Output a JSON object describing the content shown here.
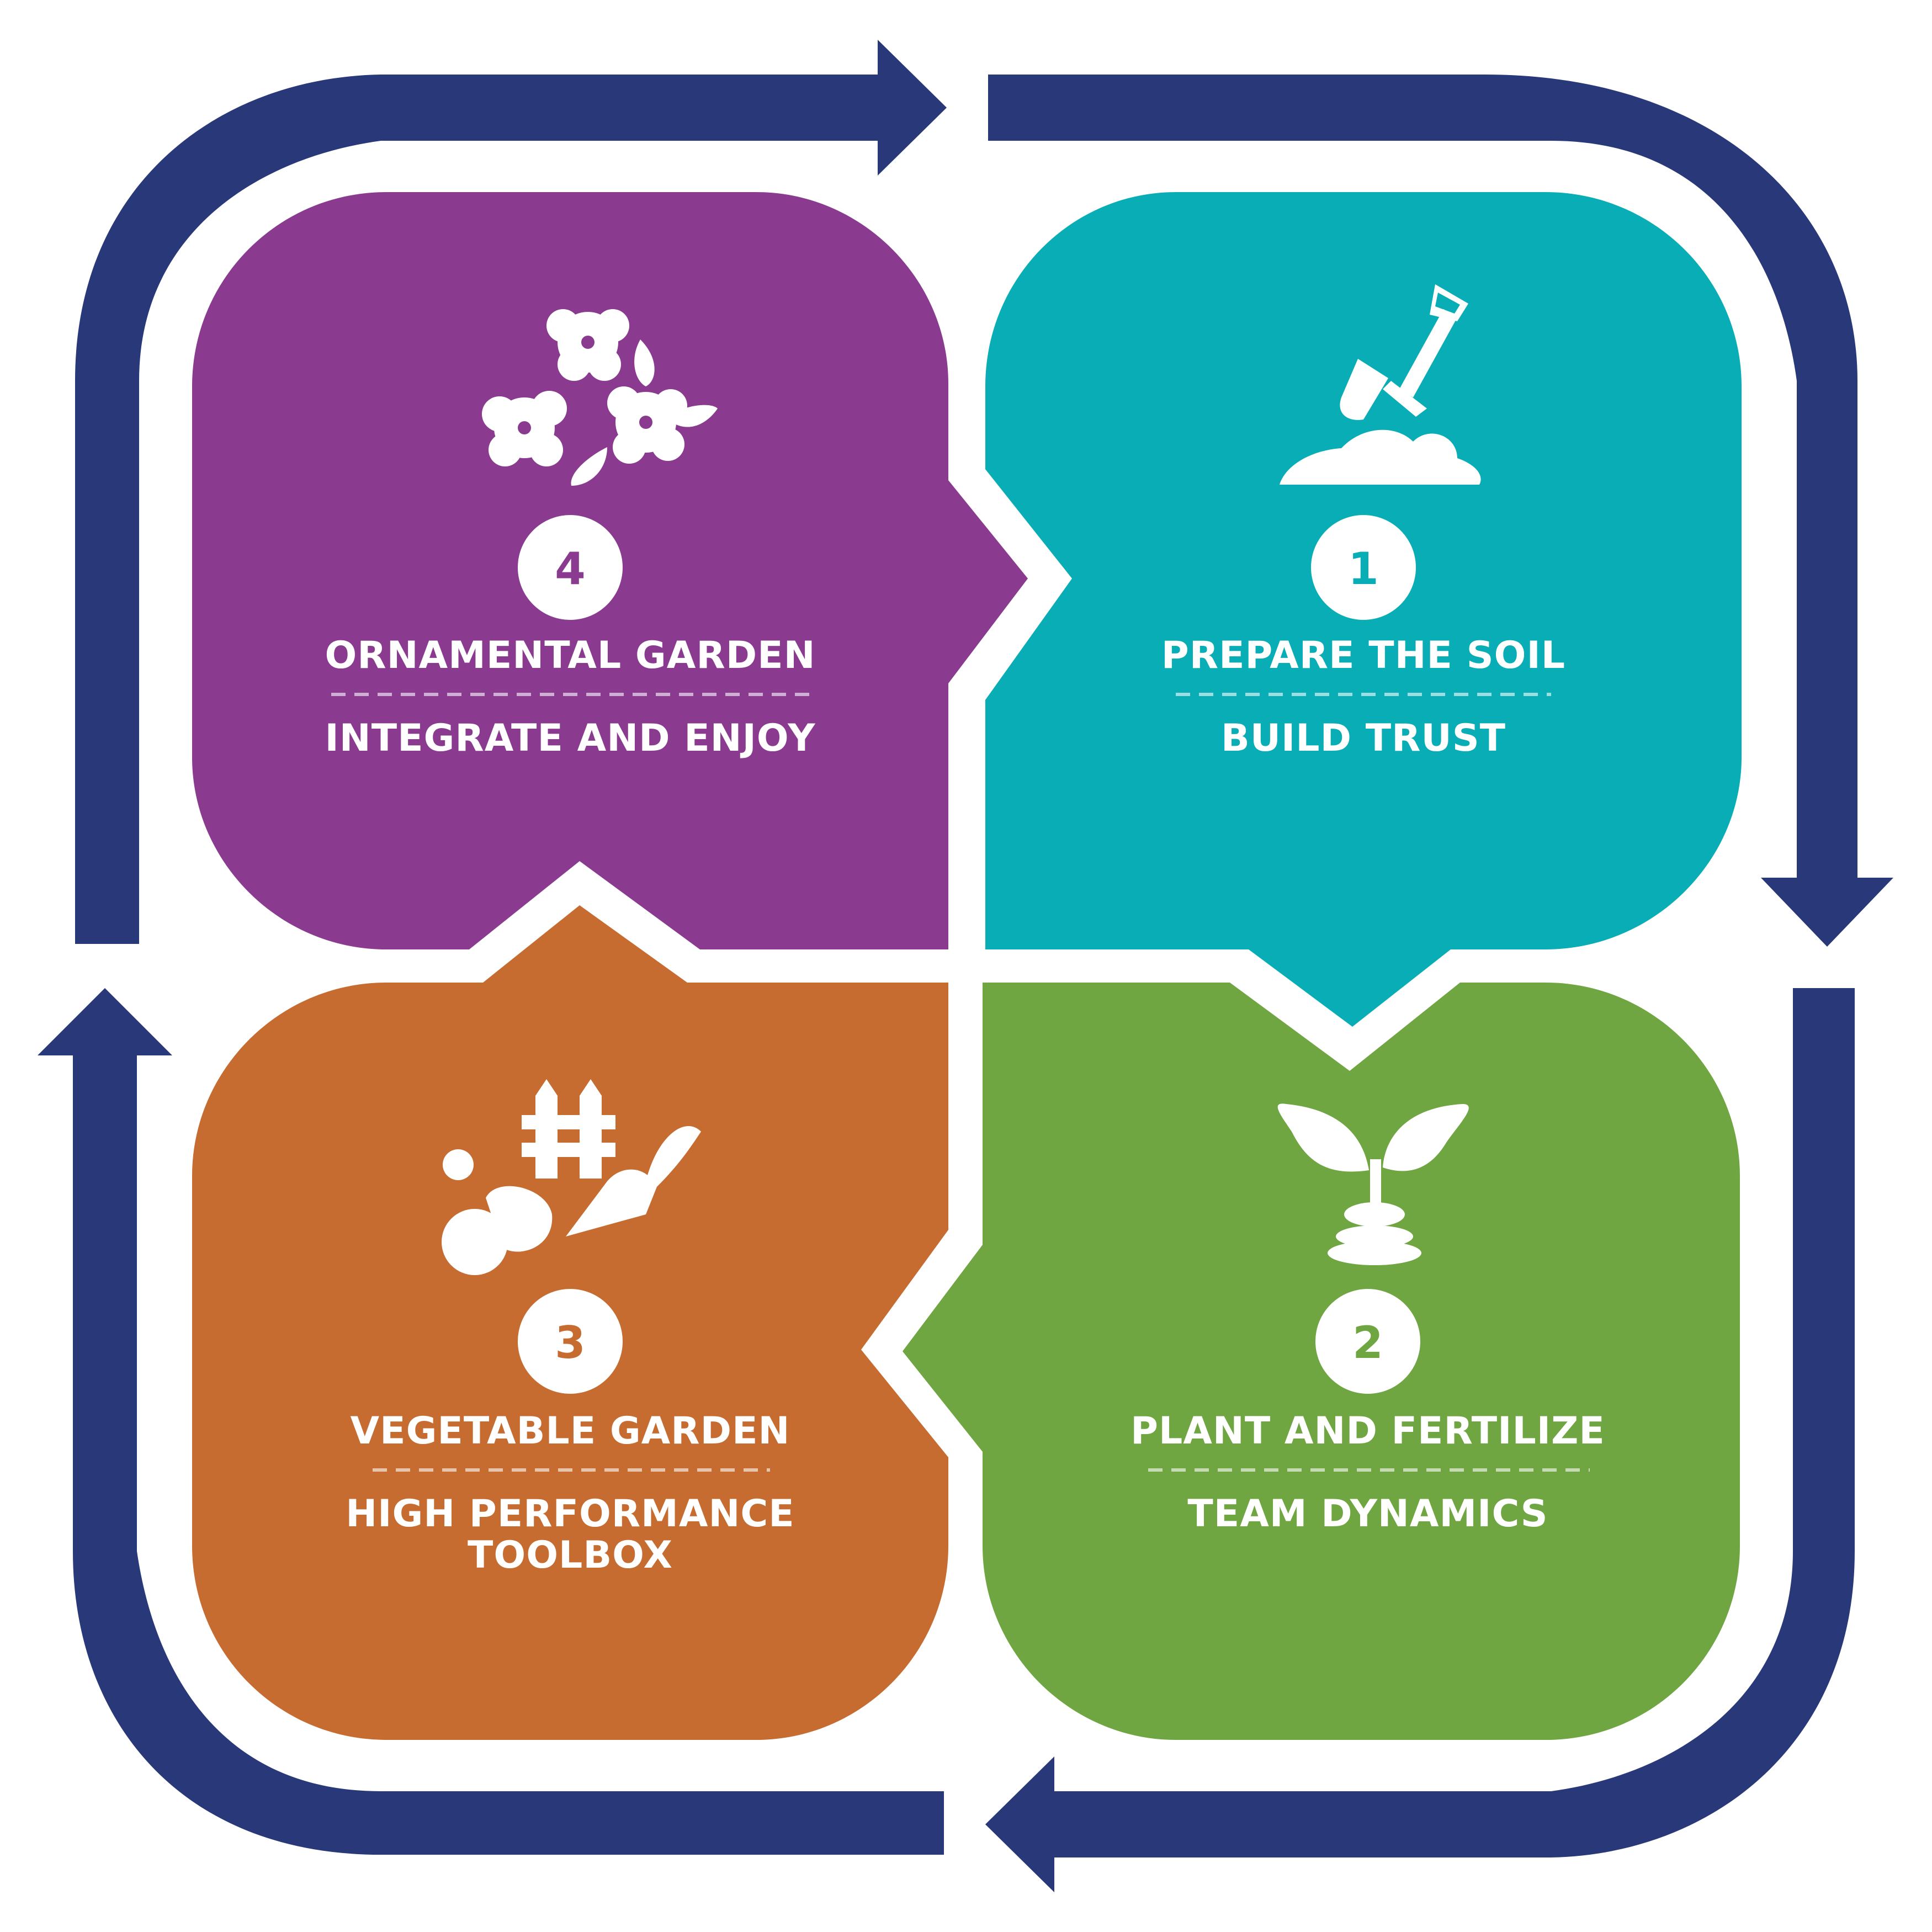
{
  "colors": {
    "cycle_arrows": "#293879",
    "stage_1": "#09adb5",
    "stage_2": "#70a642",
    "stage_3": "#c66c31",
    "stage_4": "#8a3a8f",
    "text": "#ffffff"
  },
  "stages": {
    "s1": {
      "number": "1",
      "title": "PREPARE THE SOIL",
      "subtitle": "BUILD TRUST",
      "icon": "shovel-soil-icon"
    },
    "s2": {
      "number": "2",
      "title": "PLANT AND FERTILIZE",
      "subtitle": "TEAM DYNAMICS",
      "icon": "sprout-icon"
    },
    "s3": {
      "number": "3",
      "title": "VEGETABLE GARDEN",
      "subtitle_line1": "HIGH PERFORMANCE",
      "subtitle_line2": "TOOLBOX",
      "icon": "vegetables-fence-icon"
    },
    "s4": {
      "number": "4",
      "title": "ORNAMENTAL GARDEN",
      "subtitle": "INTEGRATE AND ENJOY",
      "icon": "flowers-icon"
    }
  },
  "cycle_direction": "clockwise"
}
